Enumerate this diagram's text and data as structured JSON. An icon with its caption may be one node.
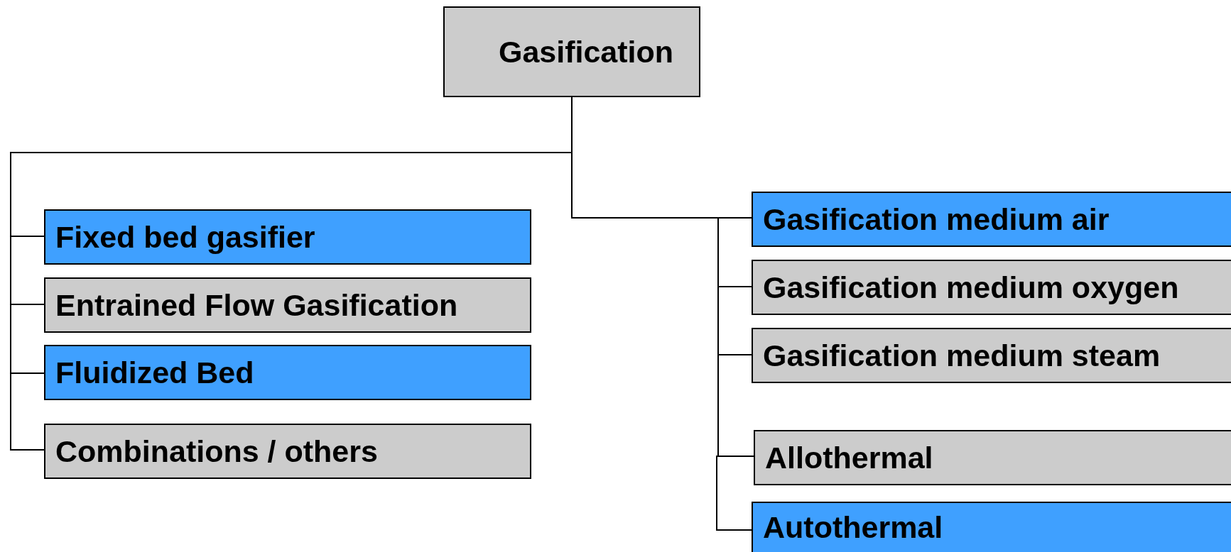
{
  "diagram": {
    "nodes": [
      {
        "text": [
          "Gasification"
        ]
      },
      {
        "text": [
          "Fixed bed gasifier"
        ]
      },
      {
        "text": [
          "Entrained Flow Gasification"
        ]
      },
      {
        "text": [
          "Fluidized Bed"
        ]
      },
      {
        "text": [
          "Combinations / others"
        ]
      },
      {
        "text": [
          "Gasification medium air"
        ]
      },
      {
        "text": [
          "Gasification medium oxygen"
        ]
      },
      {
        "text": [
          "Gasification medium steam"
        ]
      },
      {
        "text": [
          "Allothermal"
        ]
      },
      {
        "text": [
          "Autothermal"
        ]
      }
    ],
    "edges": [
      {
        "from": 0,
        "to": 1,
        "arrow": "none"
      },
      {
        "from": 0,
        "to": 2,
        "arrow": "none"
      },
      {
        "from": 0,
        "to": 3,
        "arrow": "none"
      },
      {
        "from": 0,
        "to": 4,
        "arrow": "none"
      },
      {
        "from": 0,
        "to": 5,
        "arrow": "none"
      },
      {
        "from": 0,
        "to": 6,
        "arrow": "none"
      },
      {
        "from": 0,
        "to": 7,
        "arrow": "none"
      },
      {
        "from": 0,
        "to": 8,
        "arrow": "none"
      },
      {
        "from": 0,
        "to": 9,
        "arrow": "none"
      }
    ]
  }
}
